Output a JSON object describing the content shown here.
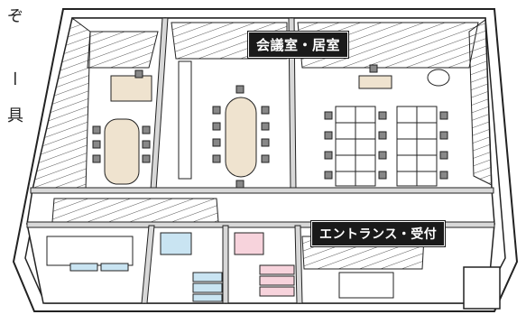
{
  "labels": {
    "meeting_room": "会議室・居室",
    "entrance": "エントランス・受付"
  },
  "margin_text": [
    "ぞ",
    "ー",
    "具"
  ],
  "colors": {
    "line": "#222222",
    "floor": "#ffffff",
    "wall_shade": "#d8d8d8",
    "table_beige": "#efe3cf",
    "restroom_blue": "#c9e4f2",
    "restroom_pink": "#f7d3dc",
    "desk_white": "#ffffff",
    "label_bg": "#1a1a1a"
  }
}
